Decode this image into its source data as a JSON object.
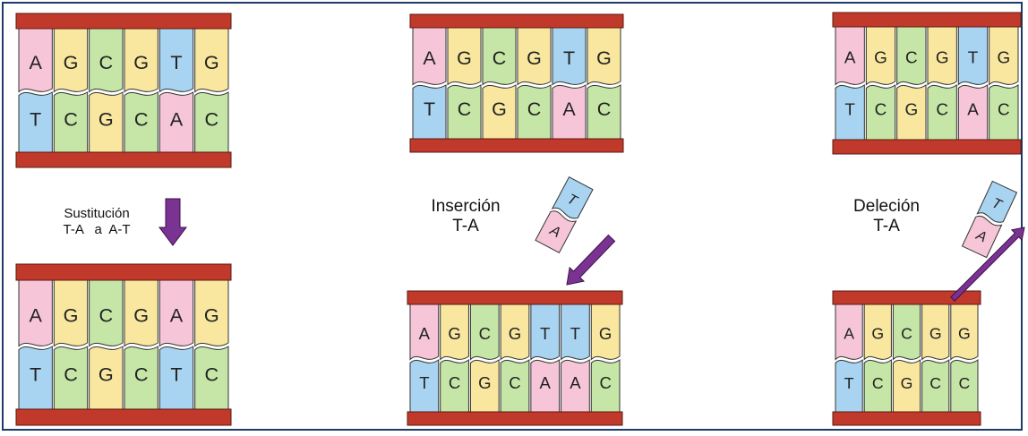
{
  "colors": {
    "backbone": "#c0392b",
    "A": "#f6c6d8",
    "G": "#f9e79f",
    "C": "#c5e6a6",
    "T": "#a8d4f2",
    "arrow": "#7b3393"
  },
  "panels": [
    {
      "id": "original",
      "top": [
        "A",
        "G",
        "C",
        "G",
        "T",
        "G"
      ],
      "bottom": [
        "T",
        "C",
        "G",
        "C",
        "A",
        "C"
      ]
    },
    {
      "id": "insertion-original",
      "top": [
        "A",
        "G",
        "C",
        "G",
        "T",
        "G"
      ],
      "bottom": [
        "T",
        "C",
        "G",
        "C",
        "A",
        "C"
      ]
    },
    {
      "id": "deletion-original",
      "top": [
        "A",
        "G",
        "C",
        "G",
        "T",
        "G"
      ],
      "bottom": [
        "T",
        "C",
        "G",
        "C",
        "A",
        "C"
      ]
    },
    {
      "id": "substitution-result",
      "top": [
        "A",
        "G",
        "C",
        "G",
        "A",
        "G"
      ],
      "bottom": [
        "T",
        "C",
        "G",
        "C",
        "T",
        "C"
      ]
    },
    {
      "id": "insertion-result",
      "top": [
        "A",
        "G",
        "C",
        "G",
        "T",
        "T",
        "G"
      ],
      "bottom": [
        "T",
        "C",
        "G",
        "C",
        "A",
        "A",
        "C"
      ]
    },
    {
      "id": "deletion-result",
      "top": [
        "A",
        "G",
        "C",
        "G",
        "G"
      ],
      "bottom": [
        "T",
        "C",
        "G",
        "C",
        "C"
      ]
    }
  ],
  "pairs": [
    {
      "id": "inserted-pair",
      "top": "T",
      "bottom": "A"
    },
    {
      "id": "deleted-pair",
      "top": "T",
      "bottom": "A"
    }
  ],
  "labels": {
    "substitution_line1": "Sustitución",
    "substitution_line2": "T-A   a  A-T",
    "insertion_line1": "Inserción",
    "insertion_line2": "T-A",
    "deletion_line1": "Deleción",
    "deletion_line2": "T-A"
  }
}
